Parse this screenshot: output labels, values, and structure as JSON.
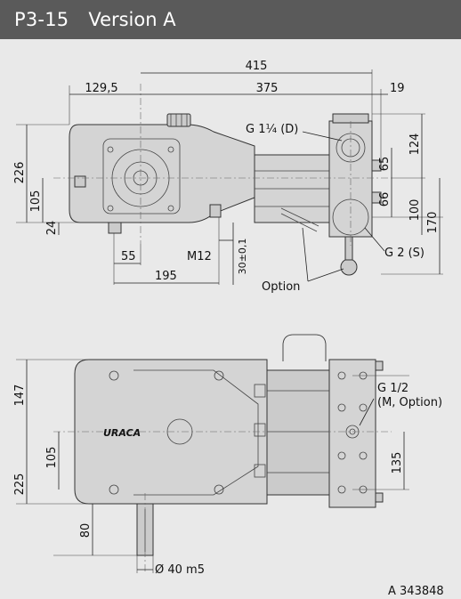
{
  "header": {
    "code": "P3-15",
    "version": "Version A"
  },
  "colors": {
    "header_bg": "#5a5a5a",
    "page_bg": "#e9e9e9"
  },
  "top_view": {
    "dims": {
      "d415": "415",
      "d129": "129,5",
      "d375": "375",
      "d19": "19",
      "d226": "226",
      "d105": "105",
      "d24": "24",
      "d124": "124",
      "d65": "65",
      "d66": "66",
      "d100": "100",
      "d170": "170",
      "d55": "55",
      "m12": "M12",
      "d195": "195",
      "d30": "30±0,1"
    },
    "labels": {
      "g114": "G 1¼ (D)",
      "g2": "G 2 (S)",
      "option": "Option"
    }
  },
  "bottom_view": {
    "dims": {
      "d147": "147",
      "d225": "225",
      "d105": "105",
      "d80": "80",
      "d135": "135",
      "shaft": "Ø 40 m5"
    },
    "labels": {
      "g12": "G 1/2",
      "mopt": "(M, Option)",
      "brand": "URACA"
    }
  },
  "drawing_number": "A 343848"
}
